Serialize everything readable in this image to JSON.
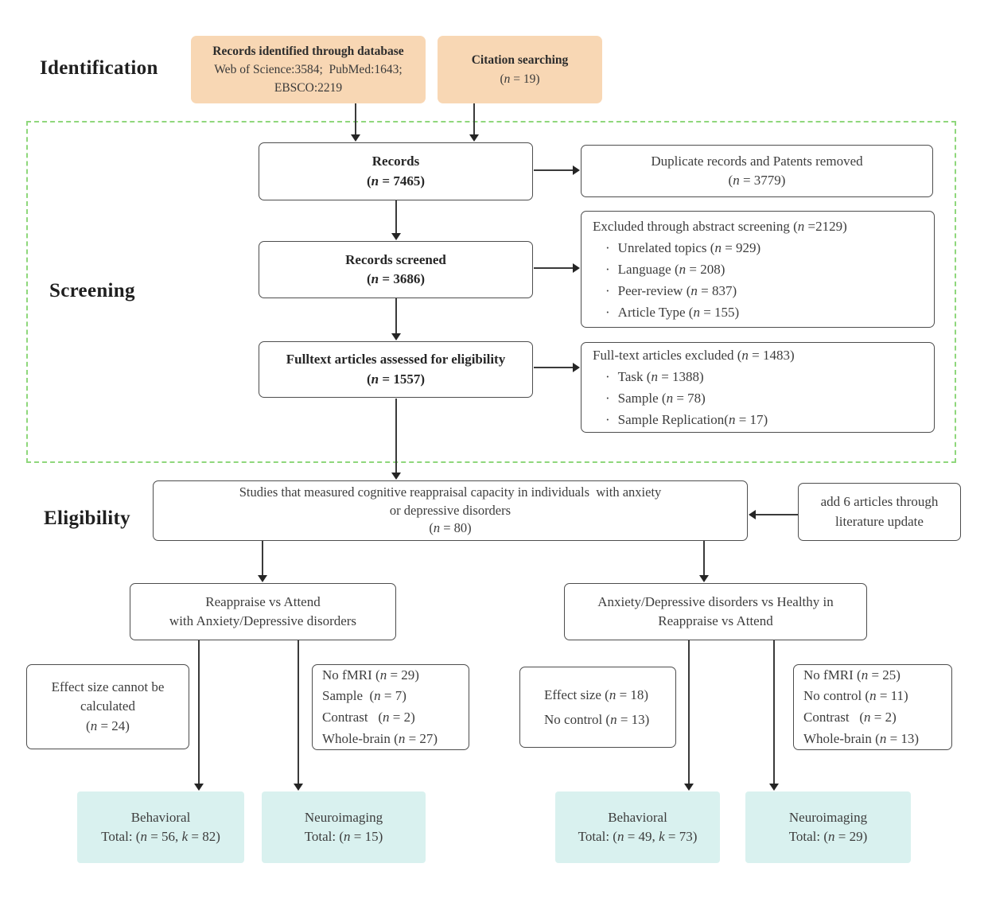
{
  "stages": {
    "identification": "Identification",
    "screening": "Screening",
    "eligibility": "Eligibility"
  },
  "glyphs": {
    "bullet": "·"
  },
  "colors": {
    "peach": "#f8d7b4",
    "teal": "#d9f1ef",
    "box_border": "#4d4d4d",
    "dashed_border": "#8fd77c",
    "arrow": "#2f2f2f"
  },
  "boxes": {
    "database_records": {
      "title": "Records identified through database",
      "line1": "Web of Science:3584;  PubMed:1643;",
      "line2": "EBSCO:2219"
    },
    "citation_searching": {
      "title": "Citation searching",
      "count": "(n = 19)"
    },
    "records": {
      "title": "Records",
      "count": "(n = 7465)"
    },
    "duplicates_removed": {
      "line1": "Duplicate records and Patents removed",
      "count": "(n = 3779)"
    },
    "records_screened": {
      "title": "Records screened",
      "count": "(n = 3686)"
    },
    "abstract_excluded": {
      "header": "Excluded through abstract screening (n =2129)",
      "items": [
        "Unrelated topics (n = 929)",
        "Language (n = 208)",
        "Peer-review (n = 837)",
        "Article Type (n = 155)"
      ]
    },
    "fulltext_assessed": {
      "title": "Fulltext articles assessed for eligibility",
      "count": "(n = 1557)"
    },
    "fulltext_excluded": {
      "header": "Full-text articles excluded (n = 1483)",
      "items": [
        "Task (n = 1388)",
        "Sample (n = 78)",
        "Sample Replication(n = 17)"
      ]
    },
    "included_studies": {
      "line1": "Studies that measured cognitive reappraisal capacity in individuals  with anxiety",
      "line2": "or depressive disorders",
      "count": "(n = 80)"
    },
    "literature_update": {
      "line1": "add 6 articles through",
      "line2": "literature update"
    },
    "branch_within": {
      "line1": "Reappraise vs Attend",
      "line2": "with Anxiety/Depressive disorders"
    },
    "branch_between": {
      "line1": "Anxiety/Depressive disorders vs Healthy in",
      "line2": "Reappraise vs Attend"
    },
    "within_behavioral_excluded": {
      "line1": "Effect size cannot be",
      "line2": "calculated",
      "count": "(n = 24)"
    },
    "within_neuro_excluded": {
      "items": [
        "No fMRI (n = 29)",
        "Sample  (n = 7)",
        "Contrast   (n = 2)",
        "Whole-brain (n = 27)"
      ]
    },
    "between_behavioral_excluded": {
      "items": [
        "Effect size (n = 18)",
        "No control (n = 13)"
      ]
    },
    "between_neuro_excluded": {
      "items": [
        "No fMRI (n = 25)",
        "No control (n = 11)",
        "Contrast   (n = 2)",
        "Whole-brain (n = 13)"
      ]
    },
    "within_behavioral_total": {
      "title": "Behavioral",
      "total": "Total: (n = 56, k = 82)"
    },
    "within_neuro_total": {
      "title": "Neuroimaging",
      "total": "Total: (n = 15)"
    },
    "between_behavioral_total": {
      "title": "Behavioral",
      "total": "Total: (n = 49, k = 73)"
    },
    "between_neuro_total": {
      "title": "Neuroimaging",
      "total": "Total: (n = 29)"
    }
  }
}
